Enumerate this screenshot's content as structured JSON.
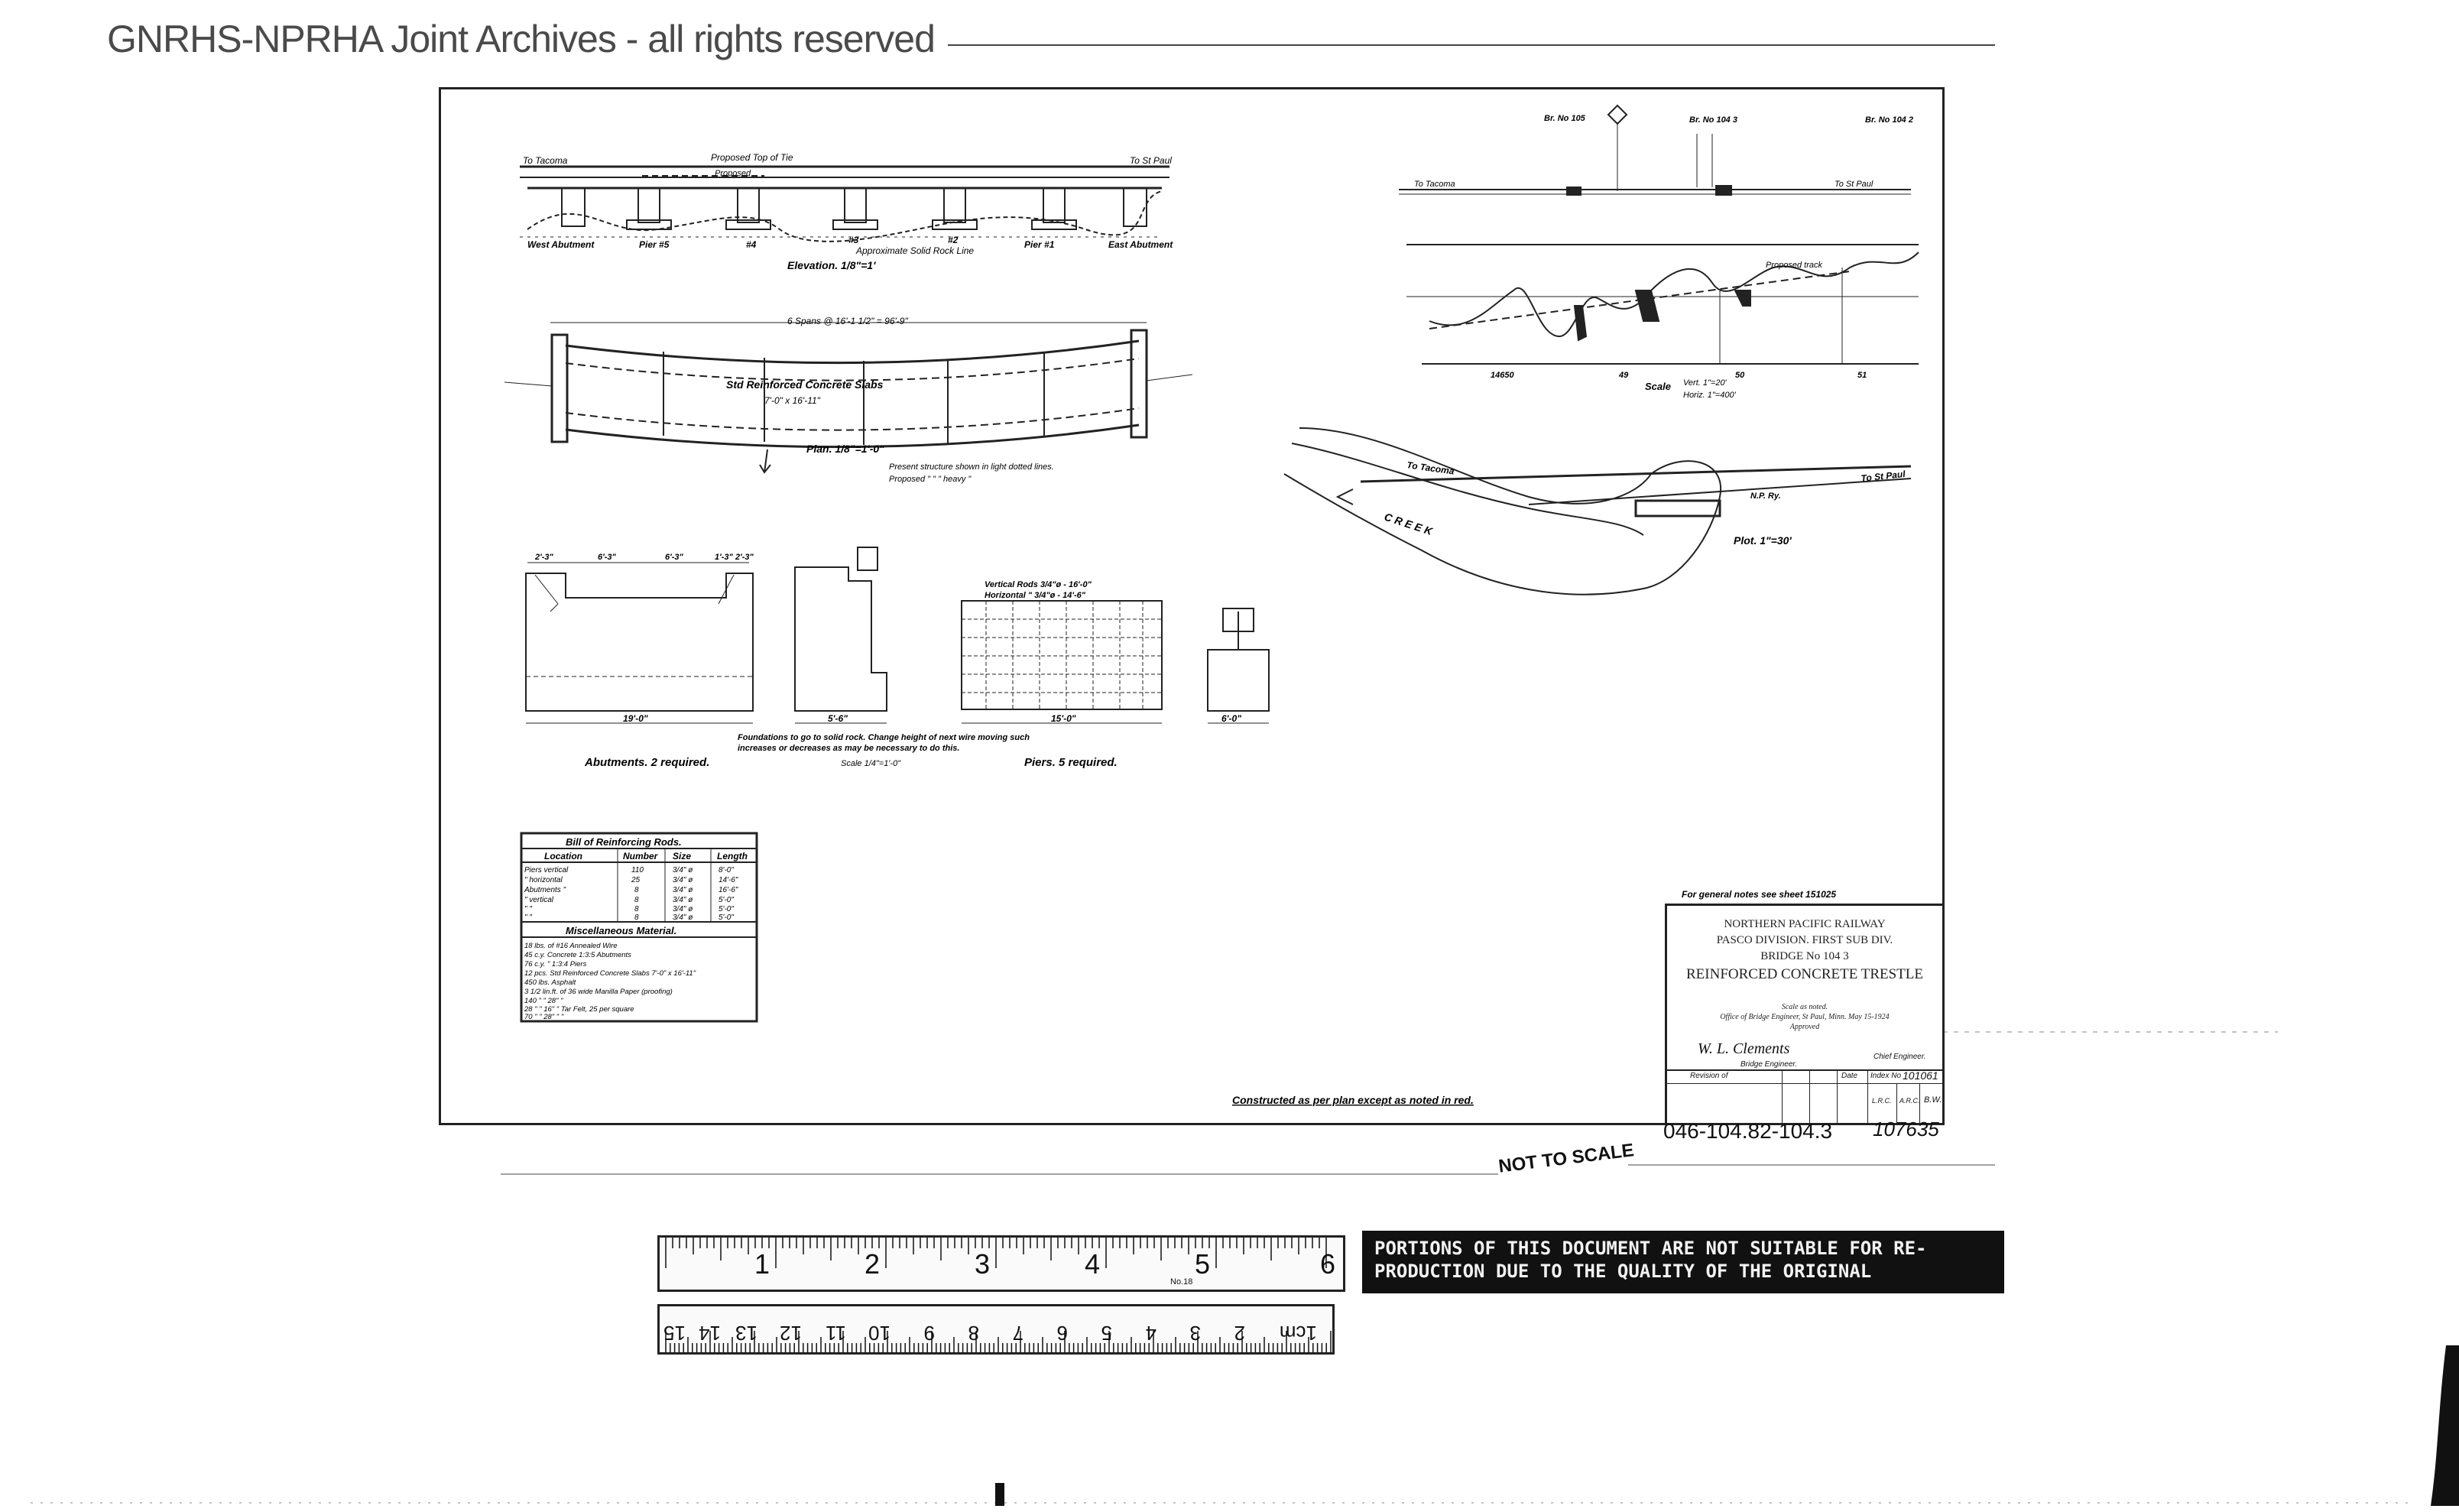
{
  "archive": {
    "header": "GNRHS-NPRHA Joint Archives - all rights reserved"
  },
  "elevation": {
    "to_left": "To Tacoma",
    "to_right": "To St Paul",
    "top_of_tie": "Proposed Top of Tie",
    "proposed": "Proposed",
    "labels": [
      "West Abutment",
      "Pier #5",
      "#4",
      "#3",
      "#2",
      "Pier #1",
      "East Abutment"
    ],
    "rock_line": "Approximate Solid Rock Line",
    "caption": "Elevation. 1/8\"=1'"
  },
  "plan": {
    "spans": "6 Spans @ 16'-1 1/2\" = 96'-9\"",
    "slabs": "Std Reinforced Concrete Slabs",
    "slab_size": "7'-0\" x 16'-11\"",
    "caption": "Plan. 1/8\"=1'-0\"",
    "note_line1": "Present structure shown in light dotted lines.",
    "note_line2": "Proposed    \"    \"    \"  heavy  \""
  },
  "abutment": {
    "dims": [
      "2'-3\"",
      "6'-3\"",
      "6'-3\"",
      "1'-3\"",
      "2'-3\""
    ],
    "width": "19'-0\"",
    "side": "5'-6\"",
    "caption": "Abutments. 2 required."
  },
  "pier": {
    "vertical_rods": "Vertical Rods 3/4\"ø - 16'-0\"",
    "horizontal_rods": "Horizontal \" 3/4\"ø - 14'-6\"",
    "width": "15'-0\"",
    "side": "6'-0\"",
    "caption": "Piers. 5 required."
  },
  "foundation_note": {
    "line1": "Foundations to go to solid rock. Change height of next wire moving such",
    "line2": "increases or decreases as may be necessary to do this.",
    "scale": "Scale 1/4\"=1'-0\""
  },
  "bill": {
    "title": "Bill of Reinforcing Rods.",
    "headers": [
      "Location",
      "Number",
      "Size",
      "Length"
    ],
    "rows": [
      [
        "Piers vertical",
        "110",
        "3/4\" ø",
        "8'-0\""
      ],
      [
        "\" horizontal",
        "25",
        "3/4\" ø",
        "14'-6\""
      ],
      [
        "Abutments \"",
        "8",
        "3/4\" ø",
        "16'-6\""
      ],
      [
        "\" vertical",
        "8",
        "3/4\" ø",
        "5'-0\""
      ],
      [
        "\" \"",
        "8",
        "3/4\" ø",
        "5'-0\""
      ],
      [
        "\" \"",
        "8",
        "3/4\" ø",
        "5'-0\""
      ]
    ],
    "misc_title": "Miscellaneous Material.",
    "misc": [
      "18 lbs. of #16 Annealed Wire",
      "45 c.y. Concrete 1:3:5 Abutments",
      "76 c.y. \" 1:3:4 Piers",
      "12 pcs. Std Reinforced Concrete Slabs 7'-0\" x 16'-11\"",
      "450 lbs. Asphalt",
      "3 1/2 lin.ft. of 36 wide Manilla Paper (proofing)",
      "140 \" \" 28\" \"",
      "28 \" \" 16\" \" Tar Felt, 25 per square",
      "70 \" \" 28\" \" \""
    ]
  },
  "profile": {
    "bridges": [
      "Br. No 105",
      "Br. No 104 3",
      "Br. No 104 2"
    ],
    "track_to": "To Tacoma",
    "track_from": "To St Paul",
    "proposed_track": "Proposed track",
    "stations": [
      "14650",
      "49",
      "50",
      "51"
    ],
    "scale_label": "Scale",
    "scale_vert": "Vert. 1\"=20'",
    "scale_horiz": "Horiz. 1\"=400'"
  },
  "site_plot": {
    "to_tacoma": "To Tacoma",
    "to_st_paul": "To St Paul",
    "creek": "CREEK",
    "np_ry": "N.P. Ry.",
    "caption": "Plot. 1\"=30'"
  },
  "general_notes": "For general notes see sheet 151025",
  "title_block": {
    "railway": "NORTHERN PACIFIC RAILWAY",
    "division": "PASCO DIVISION.   FIRST SUB DIV.",
    "bridge": "BRIDGE No 104 3",
    "structure": "REINFORCED CONCRETE TRESTLE",
    "scale": "Scale as noted.",
    "office": "Office of Bridge Engineer, St Paul, Minn. May 15-1924",
    "approved": "Approved",
    "signature": "W. L. Clements",
    "bridge_engineer": "Bridge Engineer.",
    "chief_engineer": "Chief Engineer.",
    "revision_label": "Revision of",
    "date_label": "Date",
    "index_label": "Index No",
    "index_value": "101061",
    "initials": [
      "L.R.C.",
      "A.R.C.",
      "B.W."
    ]
  },
  "construction_note": "Constructed as per plan except as noted in red.",
  "doc_number": "046-104.82-104.3",
  "doc_handno": "107635",
  "not_to_scale": "NOT TO SCALE",
  "ruler_inch": {
    "marks": [
      "1",
      "2",
      "3",
      "4",
      "5",
      "6"
    ],
    "model": "No.18"
  },
  "ruler_cm": {
    "marks": [
      "1cm",
      "2",
      "3",
      "4",
      "5",
      "6",
      "7",
      "8",
      "9",
      "10",
      "11",
      "12",
      "13",
      "14",
      "15"
    ]
  },
  "notice": {
    "line1": "PORTIONS OF THIS DOCUMENT ARE NOT SUITABLE FOR RE-",
    "line2": "PRODUCTION DUE TO THE QUALITY OF THE ORIGINAL"
  }
}
